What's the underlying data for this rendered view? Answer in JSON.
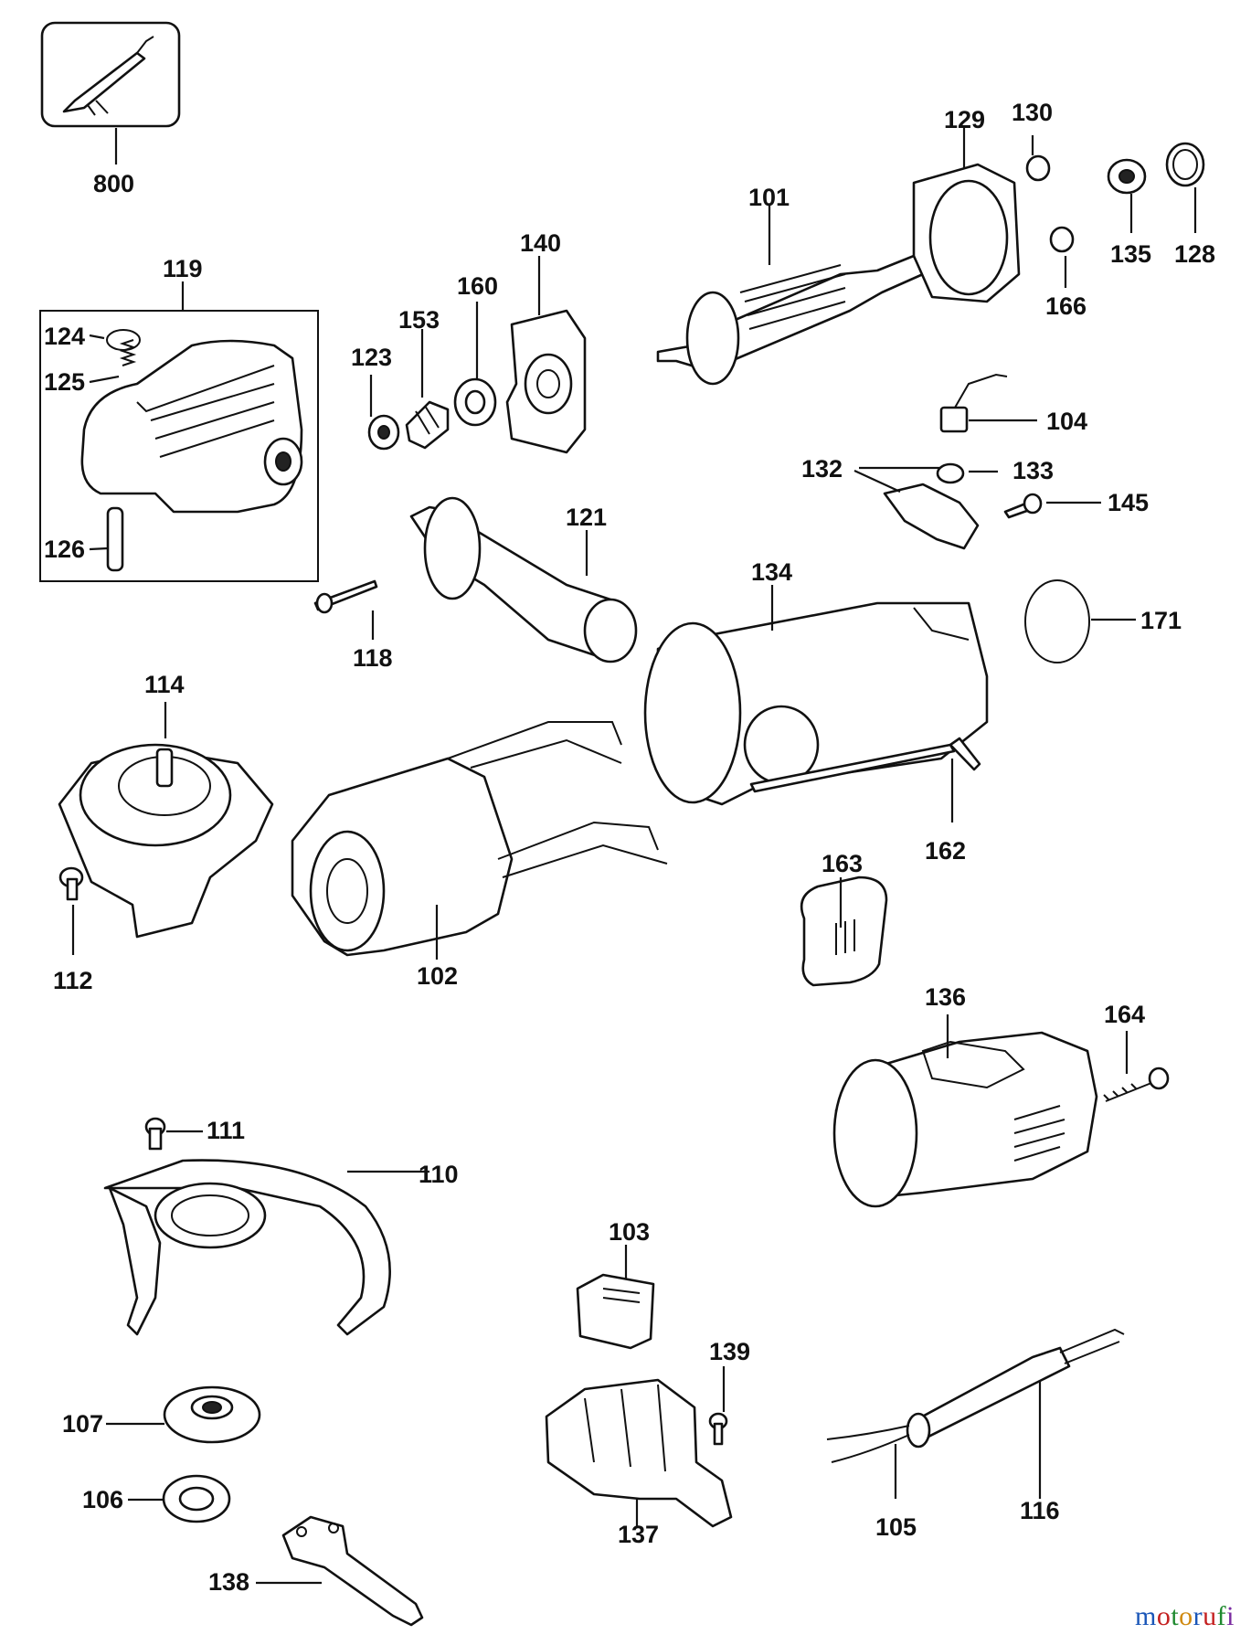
{
  "part_labels": [
    "800",
    "101",
    "129",
    "130",
    "135",
    "128",
    "140",
    "160",
    "153",
    "123",
    "166",
    "119",
    "124",
    "125",
    "126",
    "104",
    "132",
    "133",
    "145",
    "121",
    "134",
    "171",
    "118",
    "114",
    "112",
    "102",
    "162",
    "163",
    "136",
    "164",
    "111",
    "110",
    "103",
    "139",
    "107",
    "106",
    "137",
    "105",
    "116",
    "138"
  ],
  "watermark": {
    "letters": [
      "m",
      "o",
      "t",
      "o",
      "r",
      "u",
      "f",
      "i"
    ],
    "colors": [
      "#1a56b8",
      "#c42020",
      "#1f8a2f",
      "#d08a10",
      "#1a56b8",
      "#c42020",
      "#1f8a2f",
      "#7a2aa0"
    ]
  }
}
